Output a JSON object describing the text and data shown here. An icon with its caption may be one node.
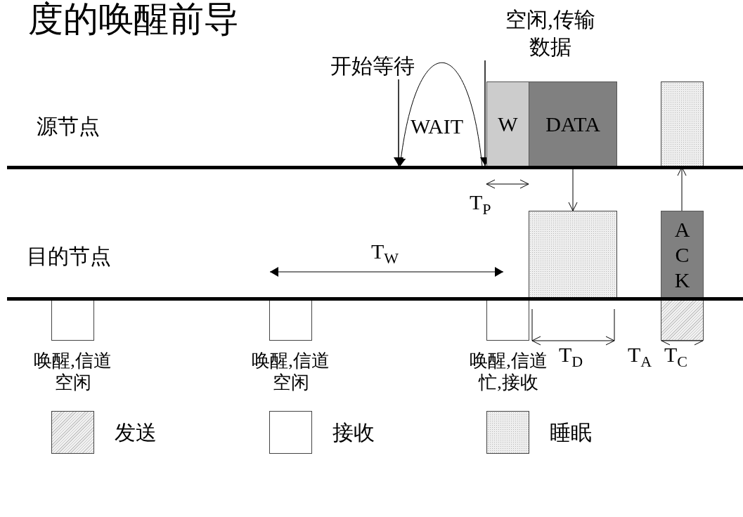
{
  "diagram": {
    "title": "度的唤醒前导",
    "nodes": [
      {
        "text": [
          "W"
        ]
      },
      {
        "text": [
          "DATA"
        ]
      },
      {
        "text": [],
        "shape": "box"
      },
      {
        "text": [],
        "shape": "box"
      },
      {
        "text": [
          "ACK"
        ]
      },
      {
        "text": [],
        "shape": "box"
      },
      {
        "text": [],
        "shape": "box",
        "beside": [
          "唤醒,信道空闲"
        ]
      },
      {
        "text": [],
        "shape": "box",
        "beside": [
          "唤醒,信道空闲"
        ]
      },
      {
        "text": [],
        "shape": "box",
        "beside": [
          "唤醒,信道忙,接收"
        ]
      },
      {
        "text": [
          "开始等待"
        ]
      },
      {
        "text": [
          "空闲,传输数据"
        ]
      },
      {
        "text": [],
        "shape": "bar"
      },
      {
        "text": [],
        "shape": "bar"
      }
    ],
    "edges": [
      {
        "from": 1,
        "to": 3,
        "arrow": "to"
      },
      {
        "from": 4,
        "to": 2,
        "arrow": "to"
      },
      {
        "from": 9,
        "to": 11,
        "arrow": "to"
      },
      {
        "from": 10,
        "to": 11,
        "arrow": "to"
      },
      {
        "from": 11,
        "to": 11,
        "arrow": "to",
        "label": "WAIT"
      }
    ],
    "labels": [
      "源节点",
      "T$_{P}$",
      "目的节点",
      "T$_{W}$",
      "T$_{D}$",
      "T$_{A}$",
      "T$_{C}$"
    ],
    "legend": [
      {
        "text": "发送"
      },
      {
        "text": "接收"
      },
      {
        "text": "睡眠"
      }
    ]
  }
}
